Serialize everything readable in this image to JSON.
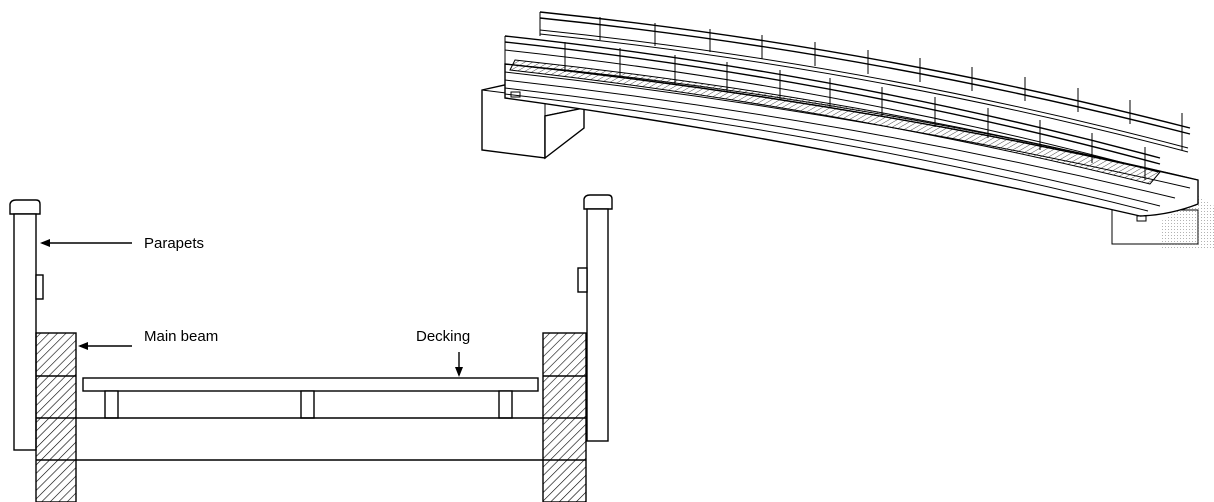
{
  "labels": {
    "parapets": "Parapets",
    "main_beam": "Main beam",
    "decking": "Decking"
  },
  "colors": {
    "line": "#000000",
    "background": "#ffffff",
    "hatch": "#000000",
    "ground": "#888888"
  }
}
